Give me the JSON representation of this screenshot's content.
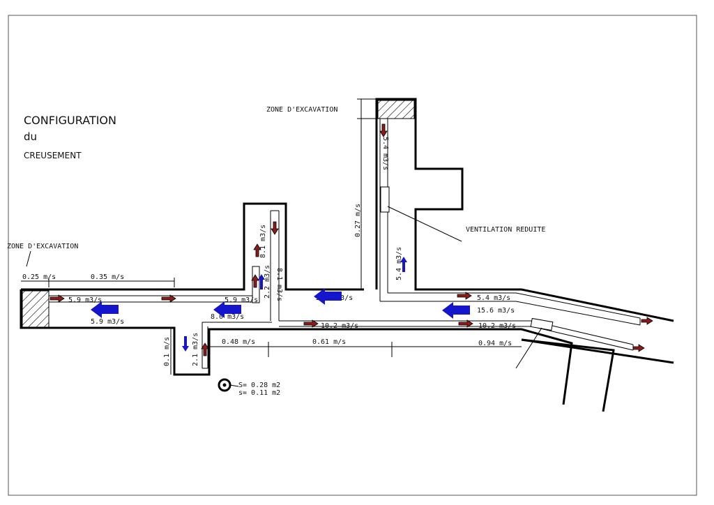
{
  "title": {
    "line1": "CONFIGURATION",
    "line2": "du",
    "line3": "CREUSEMENT"
  },
  "zones": {
    "left": "ZONE D'EXCAVATION",
    "top": "ZONE D'EXCAVATION"
  },
  "ventilation_label": "VENTILATION REDUITE",
  "speeds": {
    "left_end": "0.25 m/s",
    "main_left": "0.35 m/s",
    "branch_vertical": "0.27 m/s",
    "lower_branch": "0.1 m/s",
    "gallery_1": "0.48 m/s",
    "gallery_2": "0.61 m/s",
    "gallery_3": "0.94 m/s"
  },
  "flows": {
    "duct_left": "5.9 m3/s",
    "return_left": "5.9 m3/s",
    "duct_mid": "5.9 m3/s",
    "return_mid": "8.0 m3/s",
    "t_branch_up": "8.1 m3/s",
    "t_branch_down": "8.1 m3/s",
    "t_branch_small": "2.2 m3/s",
    "lower_branch": "2.1 m3/s",
    "return_main": "10.2 m3/s",
    "duct_main": "10.2 m3/s",
    "top_branch_down": "5.4 m3/s",
    "top_branch_up": "5.4 m3/s",
    "right_duct_upper": "5.4 m3/s",
    "return_right": "15.6 m3/s",
    "right_duct_lower": "10.2 m3/s"
  },
  "fan": {
    "s1": "S= 0.28 m2",
    "s2": "s= 0.11 m2"
  },
  "colors": {
    "supply": "#8b1a1a",
    "return": "#1515cc",
    "line": "#000000"
  }
}
